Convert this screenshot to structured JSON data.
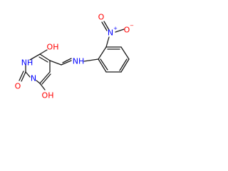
{
  "molecule": {
    "colors": {
      "oxygen": "#ff0000",
      "nitrogen": "#0000ff",
      "hydrogen_on_n": "#0000ff",
      "carbon_bonds": "#1a1a1a"
    },
    "labels": {
      "top_oh": "OH",
      "left_nh": "NH",
      "bottom_n": "N",
      "ring_o": "O",
      "bottom_oh": "OH",
      "amine_nh": "NH",
      "nitro_n": "N",
      "nitro_plus": "+",
      "nitro_o_double": "O",
      "nitro_o_minus": "O",
      "nitro_minus": "−"
    }
  }
}
